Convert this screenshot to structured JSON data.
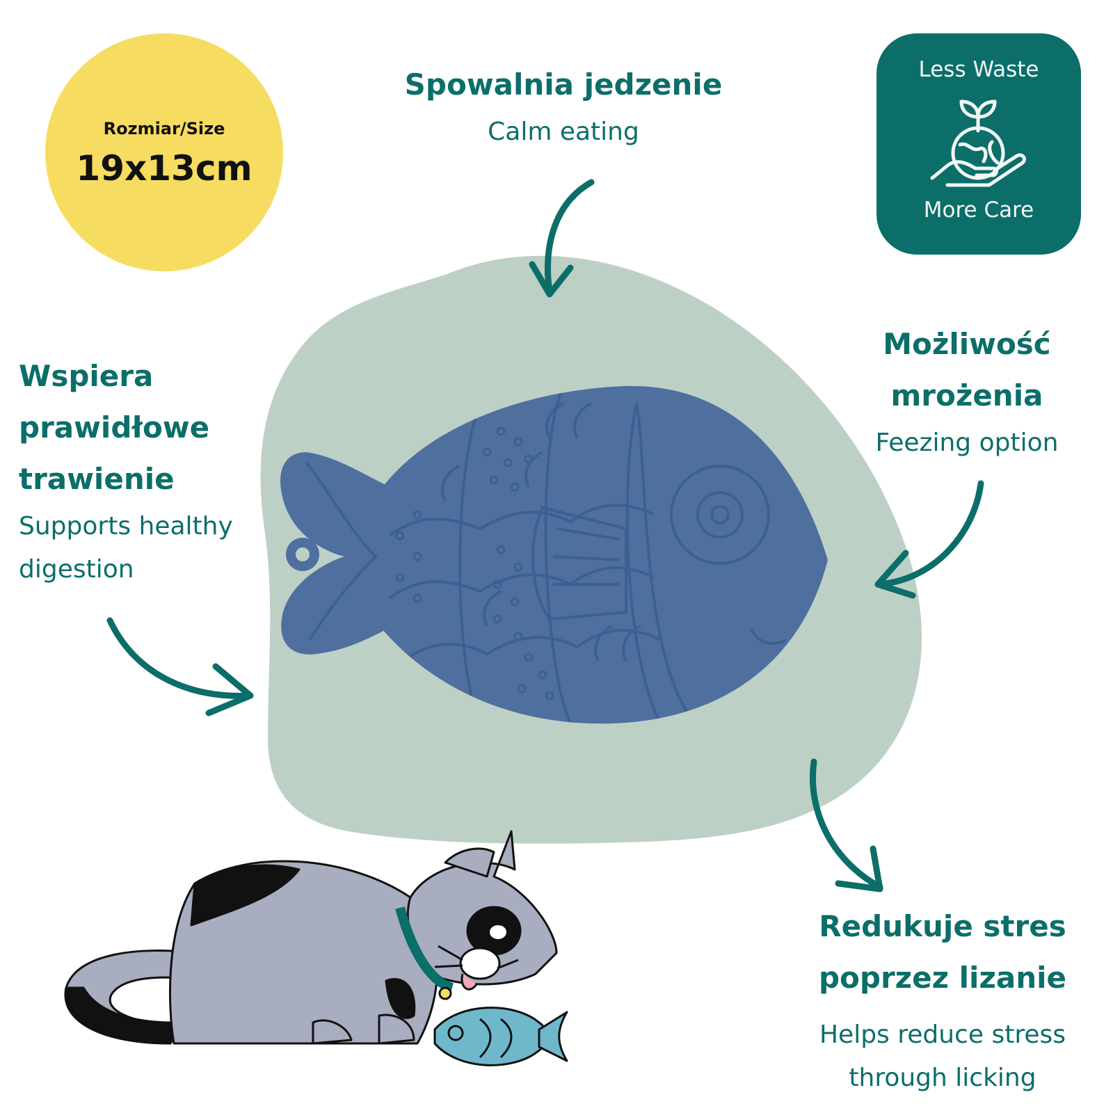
{
  "size_badge": {
    "label": "Rozmiar/Size",
    "value": "19x13cm"
  },
  "eco_badge": {
    "top_text": "Less Waste",
    "bottom_text": "More Care",
    "icon": "plant-globe-hand-icon"
  },
  "features": {
    "slow_eating": {
      "title": "Spowalnia jedzenie",
      "subtitle": "Calm eating"
    },
    "digestion": {
      "title_lines": [
        "Wspiera",
        "prawidłowe",
        "trawienie"
      ],
      "subtitle_lines": [
        "Supports healthy",
        "digestion"
      ]
    },
    "freezing": {
      "title_lines": [
        "Możliwość",
        "mrożenia"
      ],
      "subtitle": "Feezing option"
    },
    "stress": {
      "title_lines": [
        "Redukuje stres",
        "poprzez lizanie"
      ],
      "subtitle_lines": [
        "Helps reduce stress",
        "through licking"
      ]
    }
  },
  "colors": {
    "brand_teal": "#0b6e69",
    "badge_yellow": "#f6dc60",
    "blob_sage": "#bdd0c6",
    "mat_blue": "#4f6f9f"
  }
}
